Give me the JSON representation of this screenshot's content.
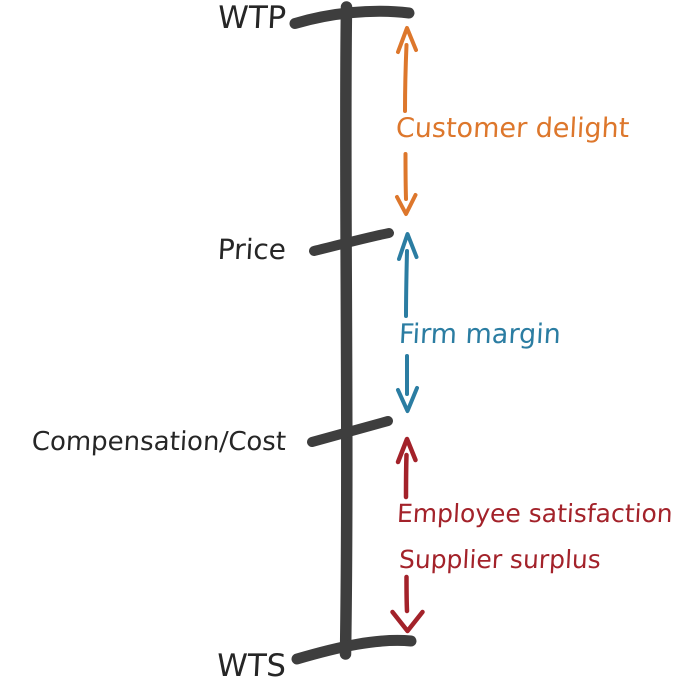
{
  "diagram": {
    "type": "value-stick",
    "levels": {
      "wtp": "WTP",
      "price": "Price",
      "cost": "Compensation/Cost",
      "wts": "WTS"
    },
    "segments": {
      "customer_delight": {
        "label": "Customer delight",
        "from": "WTP",
        "to": "Price"
      },
      "firm_margin": {
        "label": "Firm margin",
        "from": "Price",
        "to": "Compensation/Cost"
      },
      "supplier_surplus": {
        "label_line1": "Employee satisfaction",
        "label_line2": "Supplier surplus",
        "from": "Compensation/Cost",
        "to": "WTS"
      }
    },
    "colors": {
      "line": "#3e3e3e",
      "label_text": "#262626",
      "customer_delight": "#dd772c",
      "firm_margin": "#2b7da2",
      "supplier_surplus": "#a3222a"
    }
  }
}
